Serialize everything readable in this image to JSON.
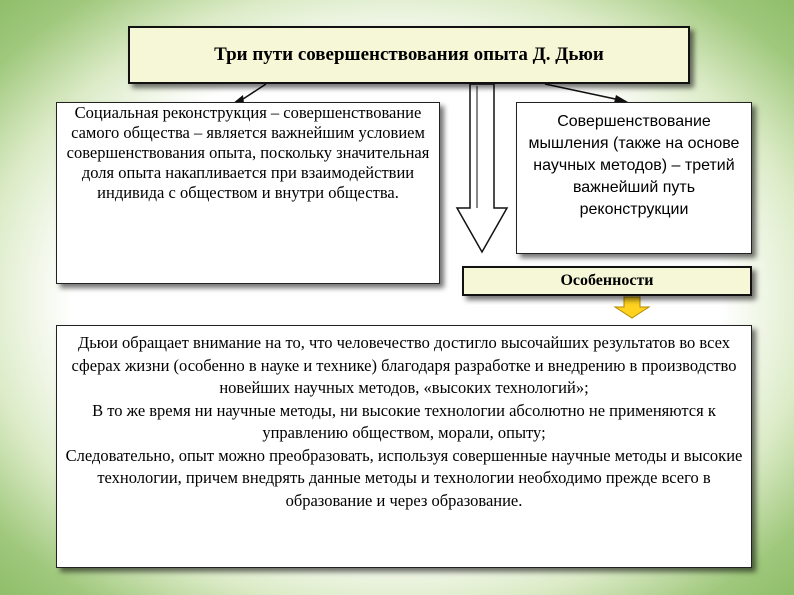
{
  "title": "Три пути совершенствования опыта Д. Дьюи",
  "left_box": "Социальная реконструкция – совершенствование самого общества – является важнейшим условием совершенствования опыта, поскольку значительная доля опыта накапливается при взаимодействии индивида с обществом и внутри общества.",
  "right_box": "Совершенствование мышления (также на основе научных методов) – третий важнейший путь реконструкции",
  "features_label": "Особенности",
  "bottom_box": [
    "Дьюи обращает внимание на то, что человечество достигло высочайших результатов во всех сферах жизни (особенно в науке и технике) благодаря разработке и внедрению в производство новейших научных методов, «высоких технологий»;",
    "В то же время ни научные методы, ни высокие технологии абсолютно не применяются к управлению обществом, морали, опыту;",
    "Следовательно, опыт можно преобразовать, используя совершенные научные методы и высокие технологии, причем внедрять данные методы и технологии необходимо прежде всего в образование и через образование."
  ],
  "colors": {
    "header_fill": "#f6f7d6",
    "background_edge": "#8fbe6a",
    "arrow_fill": "#ffffff",
    "down_arrow_fill": "#ffd21f"
  }
}
